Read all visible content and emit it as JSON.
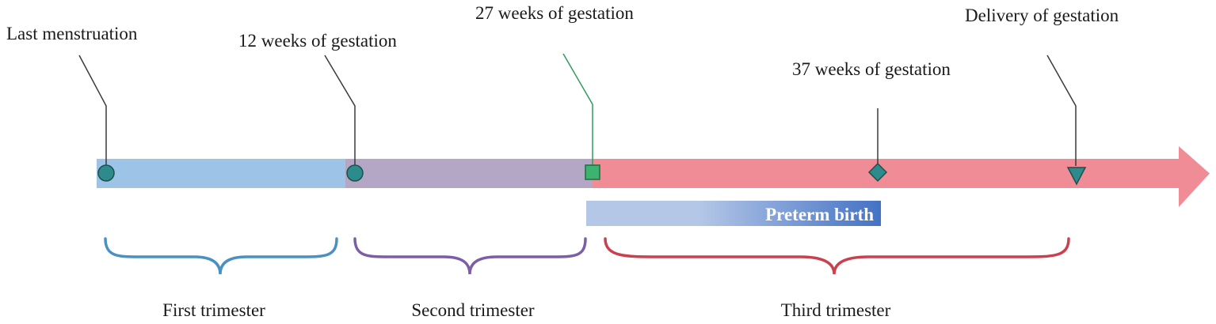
{
  "milestones": {
    "last_menstruation": "Last menstruation",
    "week12": "12 weeks of gestation",
    "week27": "27 weeks of gestation",
    "week37": "37 weeks of gestation",
    "delivery": "Delivery of gestation"
  },
  "preterm": {
    "label": "Preterm birth"
  },
  "trimesters": {
    "first": "First trimester",
    "second": "Second trimester",
    "third": "Third trimester"
  },
  "colors": {
    "first": "#9dc3e6",
    "second": "#b4a7c6",
    "third": "#f08c95",
    "marker": "#2e8b8b",
    "green_marker": "#3cb371",
    "first_brace": "#4a90c2",
    "second_brace": "#7b5ea7",
    "third_brace": "#c9404f"
  }
}
